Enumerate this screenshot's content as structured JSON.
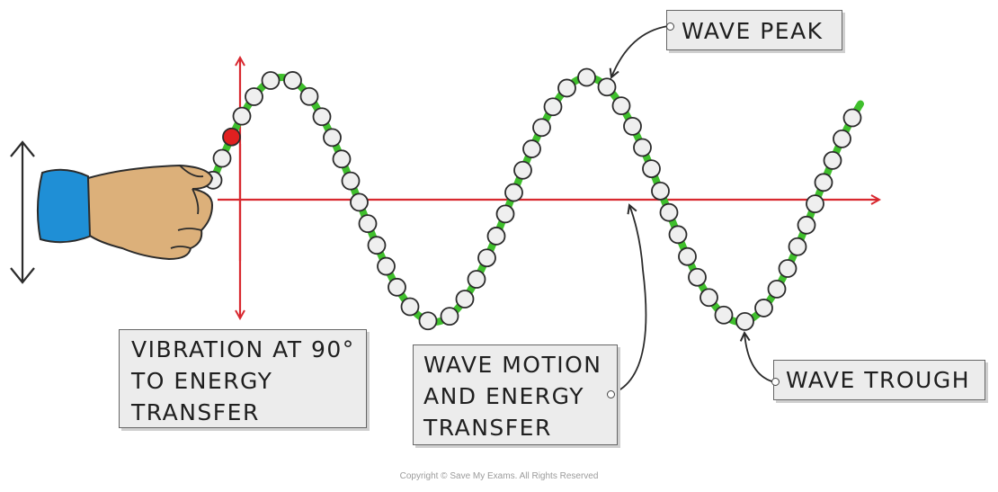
{
  "labels": {
    "wave_peak": "WAVE PEAK",
    "wave_trough": "WAVE TROUGH",
    "vibration": [
      "VIBRATION AT 90°",
      "TO ENERGY",
      "TRANSFER"
    ],
    "motion": [
      "WAVE MOTION",
      "AND ENERGY",
      "TRANSFER"
    ]
  },
  "copyright": "Copyright © Save My Exams. All Rights Reserved",
  "colors": {
    "wave": "#3fbf2c",
    "axis": "#d8282f",
    "particle_highlight": "#e02020",
    "particle": "#efefef",
    "sleeve": "#1f8fd6",
    "hand": "#dcb07a",
    "box": "#ececec"
  },
  "icons": [
    "hand-icon",
    "double-arrow-icon"
  ]
}
